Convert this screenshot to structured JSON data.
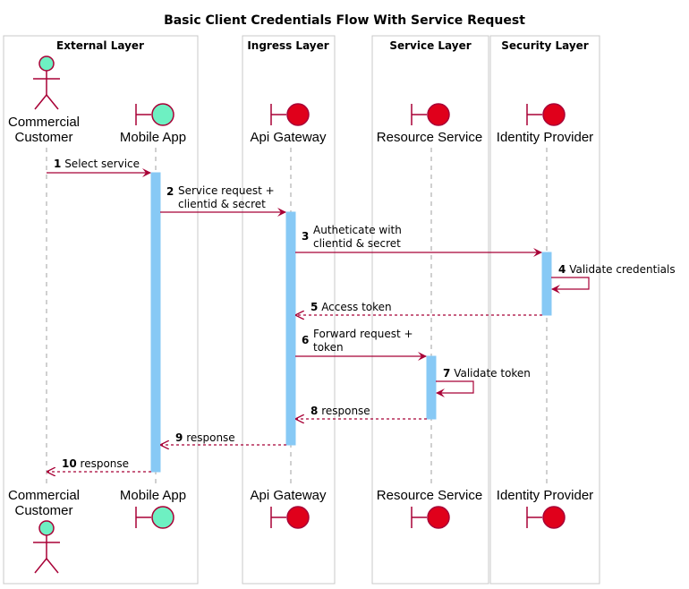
{
  "title": "Basic Client Credentials Flow With Service Request",
  "boxes": [
    {
      "title": "External Layer"
    },
    {
      "title": "Ingress Layer"
    },
    {
      "title": "Service Layer"
    },
    {
      "title": "Security Layer"
    }
  ],
  "participants": [
    {
      "id": "customer",
      "type": "actor",
      "lines": [
        "Commercial",
        "Customer"
      ],
      "color": "#6ef0c2"
    },
    {
      "id": "mobile",
      "type": "boundary",
      "lines": [
        "Mobile App"
      ],
      "color": "#6ef0c2"
    },
    {
      "id": "gateway",
      "type": "boundary",
      "lines": [
        "Api Gateway"
      ],
      "color": "#e0001b"
    },
    {
      "id": "resource",
      "type": "boundary",
      "lines": [
        "Resource Service"
      ],
      "color": "#e0001b"
    },
    {
      "id": "idp",
      "type": "boundary",
      "lines": [
        "Identity Provider"
      ],
      "color": "#e0001b"
    }
  ],
  "messages": [
    {
      "n": "1",
      "from": "customer",
      "to": "mobile",
      "style": "solid",
      "lines": [
        "Select service"
      ]
    },
    {
      "n": "2",
      "from": "mobile",
      "to": "gateway",
      "style": "solid",
      "lines": [
        "Service request +",
        "clientid & secret"
      ]
    },
    {
      "n": "3",
      "from": "gateway",
      "to": "idp",
      "style": "solid",
      "lines": [
        "Autheticate with",
        "clientid & secret"
      ]
    },
    {
      "n": "4",
      "from": "idp",
      "to": "idp",
      "style": "self",
      "lines": [
        "Validate credentials"
      ]
    },
    {
      "n": "5",
      "from": "idp",
      "to": "gateway",
      "style": "dashed",
      "lines": [
        "Access token"
      ]
    },
    {
      "n": "6",
      "from": "gateway",
      "to": "resource",
      "style": "solid",
      "lines": [
        "Forward request +",
        "token"
      ]
    },
    {
      "n": "7",
      "from": "resource",
      "to": "resource",
      "style": "self",
      "lines": [
        "Validate token"
      ]
    },
    {
      "n": "8",
      "from": "resource",
      "to": "gateway",
      "style": "dashed",
      "lines": [
        "response"
      ]
    },
    {
      "n": "9",
      "from": "gateway",
      "to": "mobile",
      "style": "dashed",
      "lines": [
        "response"
      ]
    },
    {
      "n": "10",
      "from": "mobile",
      "to": "customer",
      "style": "dashed",
      "lines": [
        "response"
      ]
    }
  ],
  "colors": {
    "arrow": "#a80036",
    "activation": "#87c9f5",
    "lifeline": "#a0a0a0",
    "box_border": "#c8c8c8"
  }
}
